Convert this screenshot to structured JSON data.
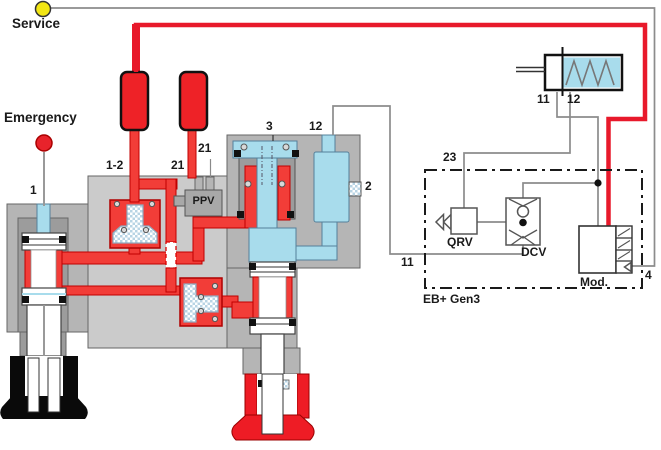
{
  "palette": {
    "service_yellow": "#f2e614",
    "emergency_red": "#e8232b",
    "channel_red": "#f23d38",
    "supply_line_red": "#e8192b",
    "signal_line_gray": "#8c8c8c",
    "body_gray": "#cbcbcb",
    "block_gray": "#b5b5b5",
    "inner_gray": "#9c9c9c",
    "pneumatic_blue": "#a8dcec",
    "seal_black": "#111111"
  },
  "labels": {
    "service": "Service",
    "emergency": "Emergency",
    "port_1": "1",
    "port_1_2": "1-2",
    "port_21": "21",
    "port_21b": "21",
    "port_3": "3",
    "port_12_valve": "12",
    "port_2": "2",
    "port_23": "23",
    "port_11_line": "11",
    "port_11_chamber": "11",
    "port_12_chamber": "12",
    "port_4": "4",
    "ppv": "PPV",
    "qrv": "QRV",
    "dcv": "DCV",
    "mod": "Mod.",
    "ecu": "EB+ Gen3"
  }
}
